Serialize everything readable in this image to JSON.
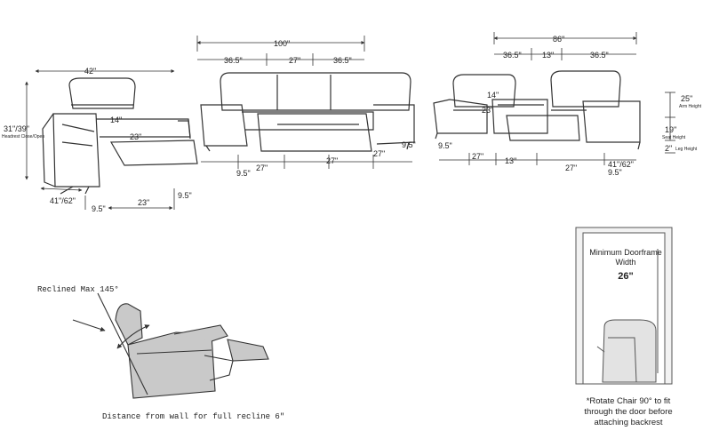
{
  "chair": {
    "width": "42\"",
    "height": "31\"/39\"",
    "height_note": "Headrest Close/Open",
    "arm_top": "14\"",
    "seat_depth": "23\"",
    "depth": "41\"/62\"",
    "arm_left": "9.5\"",
    "seat_width": "23\"",
    "arm_right": "9.5\""
  },
  "sofa": {
    "width": "100\"",
    "left_section": "36.5\"",
    "middle_section": "27\"",
    "right_section": "36.5\"",
    "arm_left": "9.5\"",
    "seat_1": "27\"",
    "seat_2": "27\"",
    "seat_3": "27\"",
    "arm_right": "9.5\""
  },
  "loveseat": {
    "width": "86\"",
    "left_section": "36.5\"",
    "console_section": "13\"",
    "right_section": "36.5\"",
    "arm_top": "14\"",
    "seat_depth": "23\"",
    "arm_left": "9.5\"",
    "seat_left": "27\"",
    "console": "13\"",
    "seat_right": "27\"",
    "depth": "41\"/62\"",
    "arm_right": "9.5\"",
    "arm_height": "25\"",
    "arm_height_label": "Arm Height",
    "seat_height": "19\"",
    "seat_height_label": "Seat Height",
    "leg_height": "2\"",
    "leg_height_label": "Leg Height"
  },
  "recline": {
    "max_label": "Reclined Max 145°",
    "wall_distance": "Distance from wall for full recline 6\""
  },
  "door": {
    "title_line1": "Minimum Doorframe",
    "title_line2": "Width",
    "width_value": "26\"",
    "note_line1": "*Rotate Chair 90° to fit",
    "note_line2": "through the door before",
    "note_line3": "attaching backrest"
  },
  "colors": {
    "line": "#333333",
    "chair_fill": "#c9c9c9",
    "door_frame": "#f2f2f2"
  }
}
